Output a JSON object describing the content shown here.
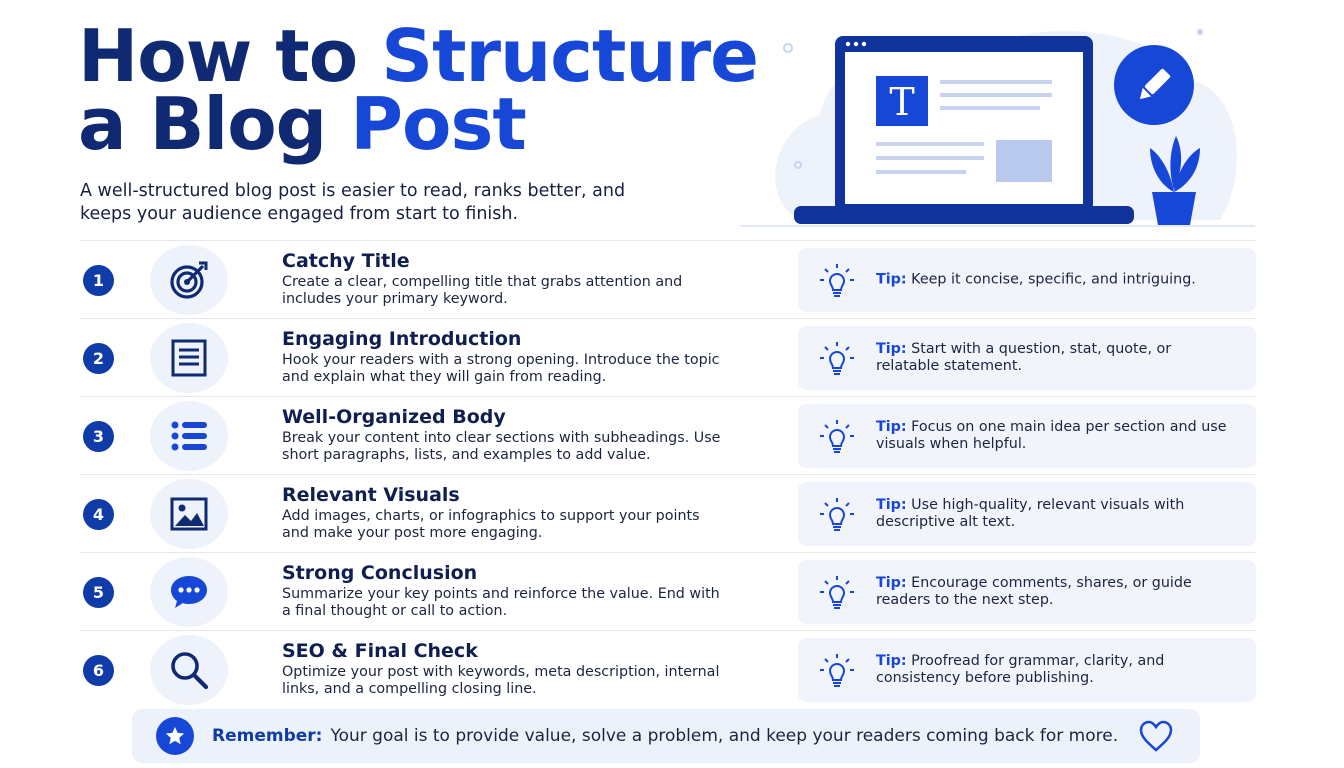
{
  "header": {
    "title_part1": "How to ",
    "title_accent1": "Structure",
    "title_part2": "a Blog ",
    "title_accent2": "Post",
    "subtitle": "A well-structured blog post is easier to read, ranks better, and keeps your audience engaged from start to finish."
  },
  "hero": {
    "letter": "T"
  },
  "tip_label": "Tip:",
  "steps": [
    {
      "number": "1",
      "icon": "target-icon",
      "title": "Catchy Title",
      "description": "Create a clear, compelling title that grabs attention and includes your primary keyword.",
      "tip": "Keep it concise, specific, and intriguing."
    },
    {
      "number": "2",
      "icon": "document-icon",
      "title": "Engaging Introduction",
      "description": "Hook your readers with a strong opening. Introduce the topic and explain what they will gain from reading.",
      "tip": "Start with a question, stat, quote, or relatable statement."
    },
    {
      "number": "3",
      "icon": "list-icon",
      "title": "Well-Organized Body",
      "description": "Break your content into clear sections with subheadings. Use short paragraphs, lists, and examples to add value.",
      "tip": "Focus on one main idea per section and use visuals when helpful."
    },
    {
      "number": "4",
      "icon": "image-icon",
      "title": "Relevant Visuals",
      "description": "Add images, charts, or infographics to support your points and make your post more engaging.",
      "tip": "Use high-quality, relevant visuals with descriptive alt text."
    },
    {
      "number": "5",
      "icon": "chat-bubble-icon",
      "title": "Strong Conclusion",
      "description": "Summarize your key points and reinforce the value. End with a final thought or call to action.",
      "tip": "Encourage comments, shares, or guide readers to the next step."
    },
    {
      "number": "6",
      "icon": "search-icon",
      "title": "SEO & Final Check",
      "description": "Optimize your post with keywords, meta description, internal links, and a compelling closing line.",
      "tip": "Proofread for grammar, clarity, and consistency before publishing."
    }
  ],
  "footer": {
    "label": "Remember:",
    "text": "Your goal is to provide value, solve a problem, and keep your readers coming back for more."
  },
  "colors": {
    "navy": "#0f2a73",
    "accent": "#1747d6",
    "soft_bg": "#eef2fb"
  }
}
